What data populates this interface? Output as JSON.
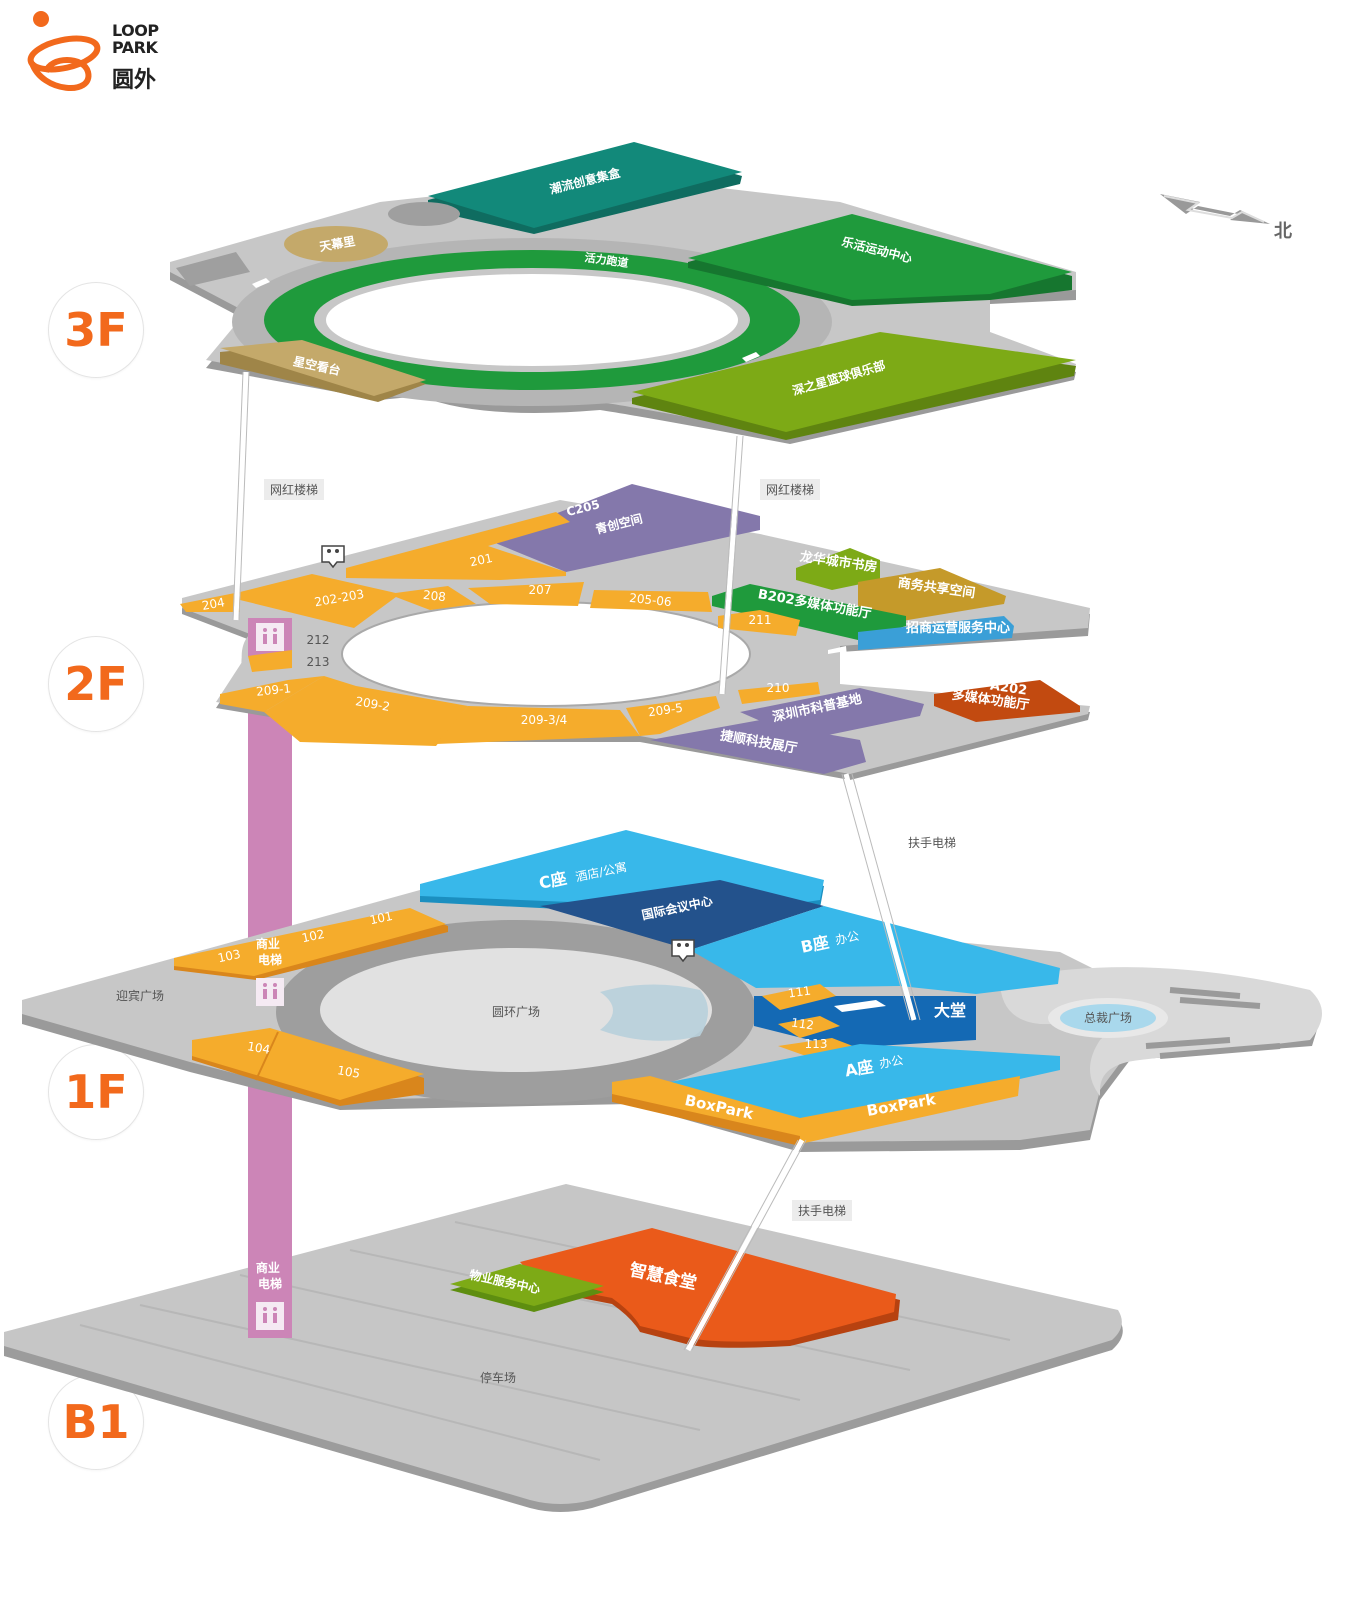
{
  "brand": {
    "name_en": "LOOP PARK",
    "name_en_line1": "LOOP",
    "name_en_line2": "PARK",
    "name_cn": "圆外",
    "color": "#f2691c"
  },
  "compass": {
    "north_label": "北"
  },
  "floors": {
    "f3": {
      "badge": "3F",
      "areas": {
        "chaoliu": "潮流创意集盒",
        "tianmuli": "天幕里",
        "track": "活力跑道",
        "lehuo": "乐活运动中心",
        "xingkong": "星空看台",
        "shenzhixing": "深之星篮球俱乐部"
      }
    },
    "f2": {
      "badge": "2F",
      "areas": {
        "c205": "C205",
        "qingchuang": "青创空间",
        "u201": "201",
        "u202_203": "202-203",
        "u204": "204",
        "u208": "208",
        "u207": "207",
        "u205_06": "205-06",
        "longhua": "龙华城市书房",
        "shangwu": "商务共享空间",
        "b202": "B202多媒体功能厅",
        "u211": "211",
        "zhaoshang": "招商运营服务中心",
        "u212": "212",
        "u213": "213",
        "u209_1": "209-1",
        "u209_2": "209-2",
        "u209_34": "209-3/4",
        "u209_5": "209-5",
        "u210": "210",
        "kepu": "深圳市科普基地",
        "a202_code": "A202",
        "a202_name": "多媒体功能厅",
        "jieshun": "捷顺科技展厅"
      }
    },
    "f1": {
      "badge": "1F",
      "areas": {
        "c_zuo": "C座",
        "c_zuo_sub": "酒店/公寓",
        "guoji": "国际会议中心",
        "b_zuo": "B座",
        "b_zuo_sub": "办公",
        "u101": "101",
        "u102": "102",
        "u103": "103",
        "yingbin": "迎宾广场",
        "yuanhuan": "圆环广场",
        "u111": "111",
        "u112": "112",
        "u113": "113",
        "datang": "大堂",
        "zongcai": "总裁广场",
        "u104": "104",
        "u105": "105",
        "a_zuo": "A座",
        "a_zuo_sub": "办公",
        "boxpark_left": "BoxPark",
        "boxpark_right": "BoxPark"
      }
    },
    "b1": {
      "badge": "B1",
      "areas": {
        "wuye": "物业服务中心",
        "shitang": "智慧食堂",
        "tingche": "停车场"
      }
    }
  },
  "connectors": {
    "wanghong_left": "网红楼梯",
    "wanghong_right": "网红楼梯",
    "escalator_upper": "扶手电梯",
    "escalator_lower": "扶手电梯",
    "elevator_upper": "商业\n电梯",
    "elevator_lower": "商业\n电梯"
  },
  "colors": {
    "orange_unit": "#f5ac2c",
    "teal": "#12897a",
    "green": "#1f9a3c",
    "olive_green": "#7daa16",
    "tan": "#c4a96a",
    "purple": "#8478ab",
    "sky_blue": "#38b8ea",
    "navy": "#23528c",
    "bright_blue": "#1469b4",
    "rust": "#c24a10",
    "deep_orange": "#ea5a1a",
    "elevator_pink": "#cc85b7",
    "floor_gray": "#c7c7c7"
  },
  "icons": {
    "restroom": "restroom-icon",
    "elevator": "elevator-icon",
    "escalator": "escalator-icon",
    "compass": "compass-arrow-icon"
  }
}
